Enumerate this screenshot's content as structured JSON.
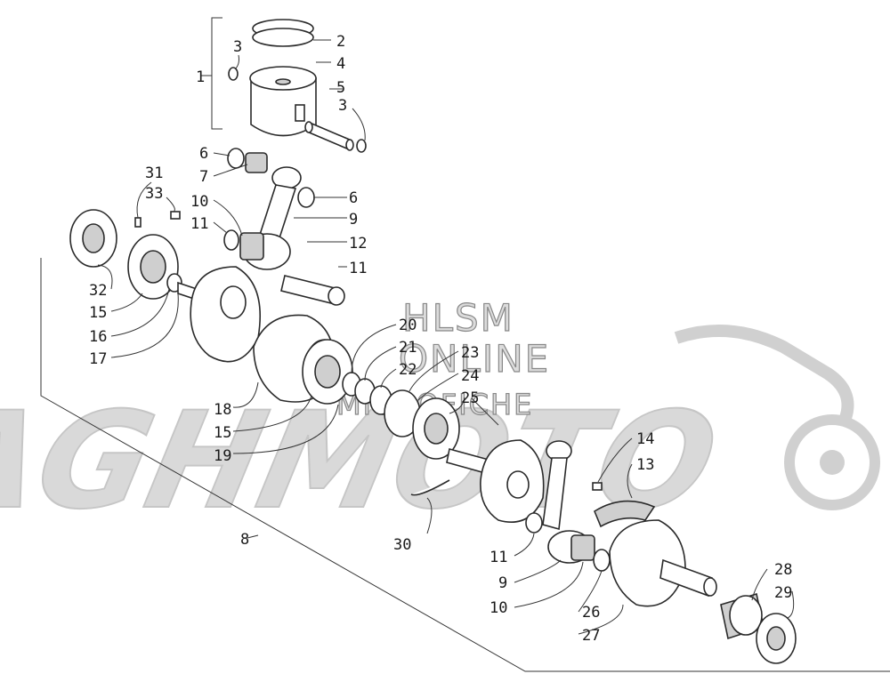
{
  "watermark": {
    "logo_text": "AGHMOTO",
    "line1": "HLSM",
    "line2": "ONLINE",
    "line3": "MICROFICHE"
  },
  "colors": {
    "line": "#2a2a2a",
    "watermark": "#d9d9d9"
  },
  "callouts": {
    "c1": "1",
    "c2": "2",
    "c3a": "3",
    "c3b": "3",
    "c4": "4",
    "c5": "5",
    "c6a": "6",
    "c6b": "6",
    "c7": "7",
    "c8": "8",
    "c9a": "9",
    "c9b": "9",
    "c10a": "10",
    "c10b": "10",
    "c11a": "11",
    "c11b": "11",
    "c11c": "11",
    "c12": "12",
    "c13": "13",
    "c14": "14",
    "c15a": "15",
    "c15b": "15",
    "c16": "16",
    "c17": "17",
    "c18": "18",
    "c19": "19",
    "c20": "20",
    "c21": "21",
    "c22": "22",
    "c23": "23",
    "c24": "24",
    "c25": "25",
    "c26": "26",
    "c27": "27",
    "c28": "28",
    "c29": "29",
    "c30": "30",
    "c31": "31",
    "c32": "32",
    "c33": "33"
  }
}
